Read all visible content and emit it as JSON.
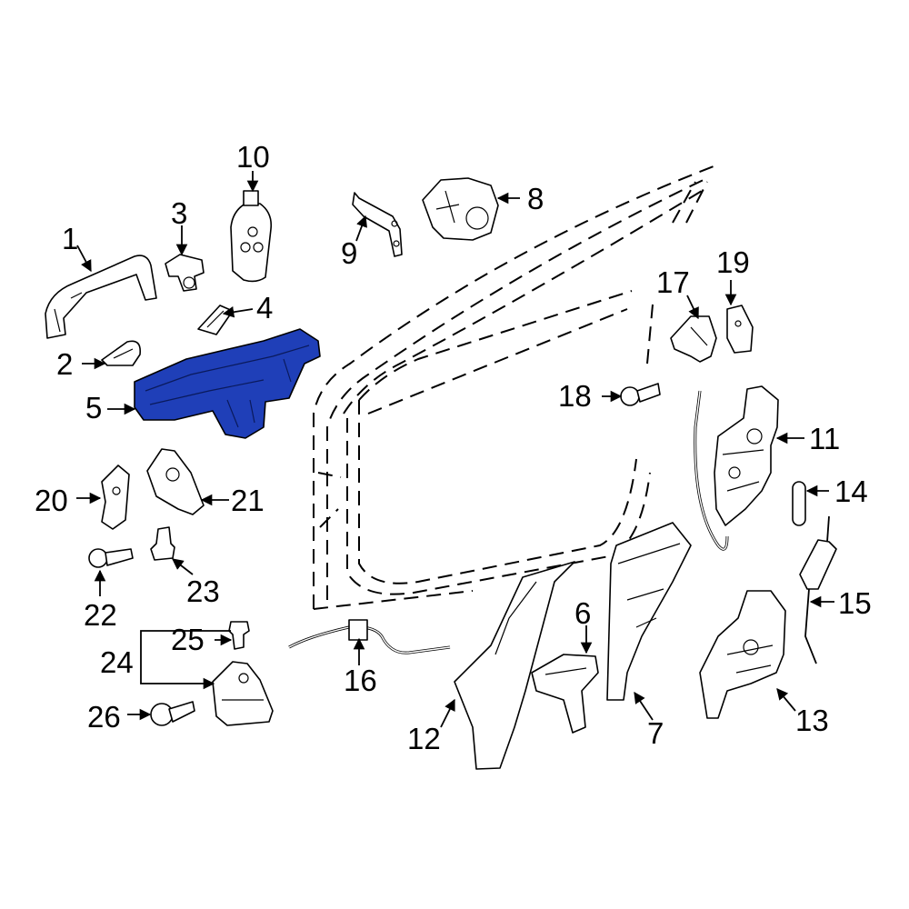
{
  "diagram": {
    "highlight_color": "#1f3fb8",
    "highlighted_part": "5",
    "labels": {
      "p1": "1",
      "p2": "2",
      "p3": "3",
      "p4": "4",
      "p5": "5",
      "p6": "6",
      "p7": "7",
      "p8": "8",
      "p9": "9",
      "p10": "10",
      "p11": "11",
      "p12": "12",
      "p13": "13",
      "p14": "14",
      "p15": "15",
      "p16": "16",
      "p17": "17",
      "p18": "18",
      "p19": "19",
      "p20": "20",
      "p21": "21",
      "p22": "22",
      "p23": "23",
      "p24": "24",
      "p25": "25",
      "p26": "26"
    }
  }
}
